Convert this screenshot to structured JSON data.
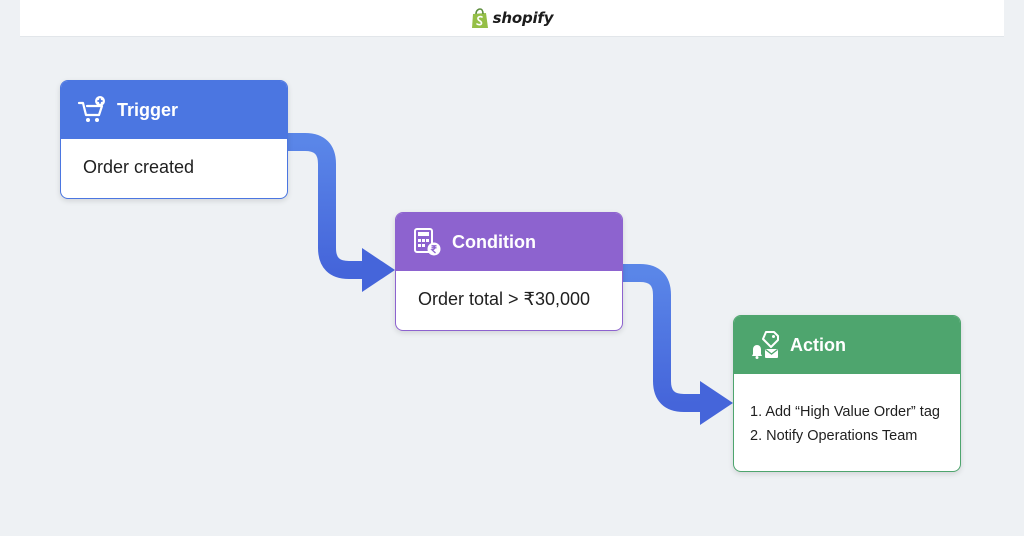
{
  "header": {
    "brand": "shopify"
  },
  "trigger": {
    "title": "Trigger",
    "text": "Order created",
    "icon": "cart-plus-icon"
  },
  "condition": {
    "title": "Condition",
    "text": "Order total > ₹30,000",
    "icon": "calculator-rupee-icon"
  },
  "action": {
    "title": "Action",
    "icon": "tag-bell-mail-icon",
    "steps": [
      "1. Add “High Value Order” tag",
      "2. Notify Operations Team"
    ]
  },
  "colors": {
    "trigger": "#4b76e1",
    "condition": "#8d63cf",
    "action": "#4ea56e",
    "arrow": "#4c6fe0"
  }
}
